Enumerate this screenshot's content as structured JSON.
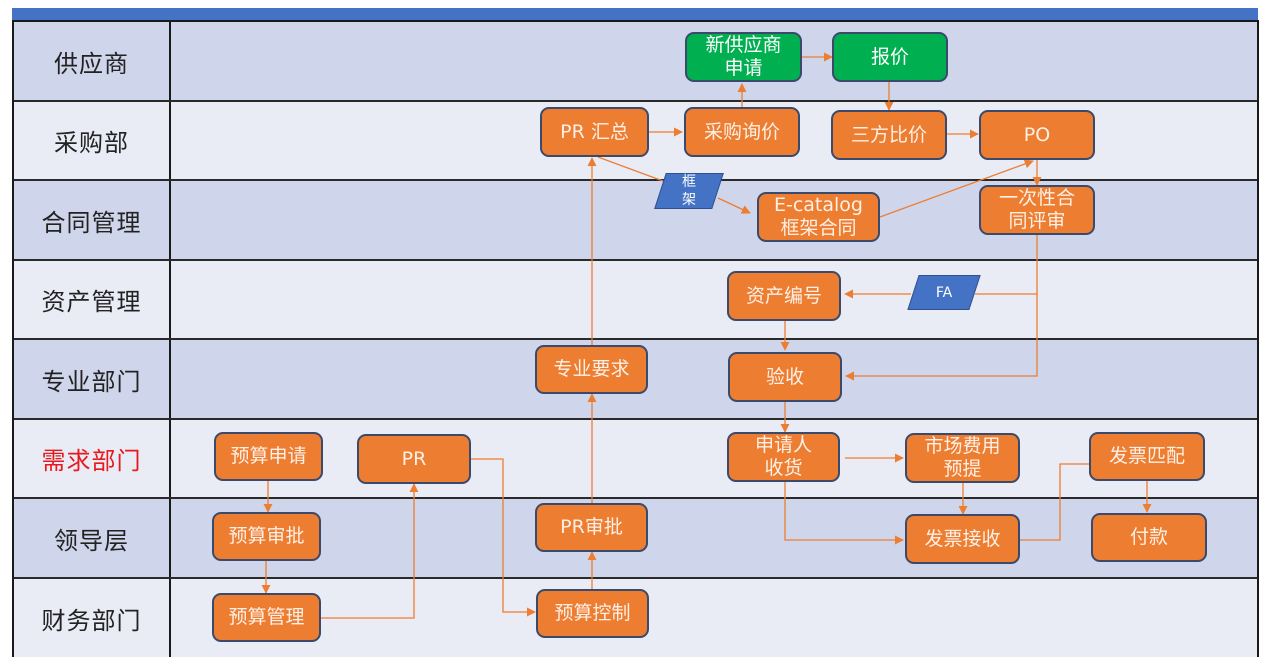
{
  "colors": {
    "header_bar": "#4472c4",
    "process_node": "#ed7d31",
    "supplier_node": "#00b050",
    "data_node": "#4472c4",
    "connector": "#ed7d31",
    "highlight_lane_label": "#e8181c"
  },
  "lanes": [
    {
      "id": "supplier",
      "label": "供应商"
    },
    {
      "id": "purchasing",
      "label": "采购部"
    },
    {
      "id": "contract",
      "label": "合同管理"
    },
    {
      "id": "asset",
      "label": "资产管理"
    },
    {
      "id": "professional",
      "label": "专业部门"
    },
    {
      "id": "requester",
      "label": "需求部门",
      "highlight": true
    },
    {
      "id": "leadership",
      "label": "领导层"
    },
    {
      "id": "finance",
      "label": "财务部门"
    }
  ],
  "nodes": {
    "new_supplier": {
      "label": "新供应商\n申请",
      "lane": "supplier",
      "kind": "process-green"
    },
    "quote": {
      "label": "报价",
      "lane": "supplier",
      "kind": "process-green"
    },
    "pr_summary": {
      "label": "PR 汇总",
      "lane": "purchasing",
      "kind": "process"
    },
    "inquiry": {
      "label": "采购询价",
      "lane": "purchasing",
      "kind": "process"
    },
    "compare": {
      "label": "三方比价",
      "lane": "purchasing",
      "kind": "process"
    },
    "po": {
      "label": "PO",
      "lane": "purchasing",
      "kind": "process"
    },
    "framework": {
      "label": "框\n架",
      "lane": "contract",
      "kind": "data"
    },
    "ecatalog": {
      "label": "E-catalog\n框架合同",
      "lane": "contract",
      "kind": "process"
    },
    "one_time_review": {
      "label": "一次性合\n同评审",
      "lane": "contract",
      "kind": "process"
    },
    "asset_number": {
      "label": "资产编号",
      "lane": "asset",
      "kind": "process"
    },
    "fa": {
      "label": "FA",
      "lane": "asset",
      "kind": "data"
    },
    "prof_req": {
      "label": "专业要求",
      "lane": "professional",
      "kind": "process"
    },
    "acceptance": {
      "label": "验收",
      "lane": "professional",
      "kind": "process"
    },
    "budget_apply": {
      "label": "预算申请",
      "lane": "requester",
      "kind": "process"
    },
    "pr": {
      "label": "PR",
      "lane": "requester",
      "kind": "process"
    },
    "receive": {
      "label": "申请人\n收货",
      "lane": "requester",
      "kind": "process"
    },
    "accrual": {
      "label": "市场费用\n预提",
      "lane": "requester",
      "kind": "process"
    },
    "invoice_match": {
      "label": "发票匹配",
      "lane": "requester",
      "kind": "process"
    },
    "budget_approve": {
      "label": "预算审批",
      "lane": "leadership",
      "kind": "process"
    },
    "pr_approve": {
      "label": "PR审批",
      "lane": "leadership",
      "kind": "process"
    },
    "invoice_receive": {
      "label": "发票接收",
      "lane": "leadership",
      "kind": "process"
    },
    "payment": {
      "label": "付款",
      "lane": "leadership",
      "kind": "process"
    },
    "budget_mgmt": {
      "label": "预算管理",
      "lane": "finance",
      "kind": "process"
    },
    "budget_control": {
      "label": "预算控制",
      "lane": "finance",
      "kind": "process"
    }
  },
  "edges": [
    {
      "from": "budget_apply",
      "to": "budget_approve"
    },
    {
      "from": "budget_approve",
      "to": "budget_mgmt"
    },
    {
      "from": "budget_mgmt",
      "to": "pr"
    },
    {
      "from": "pr",
      "to": "budget_control"
    },
    {
      "from": "budget_control",
      "to": "pr_approve"
    },
    {
      "from": "pr_approve",
      "to": "prof_req"
    },
    {
      "from": "prof_req",
      "to": "pr_summary"
    },
    {
      "from": "pr_summary",
      "to": "inquiry"
    },
    {
      "from": "pr_summary",
      "to": "ecatalog",
      "via": "framework"
    },
    {
      "from": "inquiry",
      "to": "new_supplier"
    },
    {
      "from": "new_supplier",
      "to": "quote"
    },
    {
      "from": "quote",
      "to": "compare"
    },
    {
      "from": "compare",
      "to": "po"
    },
    {
      "from": "ecatalog",
      "to": "po"
    },
    {
      "from": "po",
      "to": "one_time_review"
    },
    {
      "from": "one_time_review",
      "to": "asset_number",
      "via": "fa"
    },
    {
      "from": "one_time_review",
      "to": "acceptance"
    },
    {
      "from": "asset_number",
      "to": "acceptance"
    },
    {
      "from": "acceptance",
      "to": "receive"
    },
    {
      "from": "receive",
      "to": "accrual"
    },
    {
      "from": "receive",
      "to": "invoice_receive"
    },
    {
      "from": "accrual",
      "to": "invoice_receive"
    },
    {
      "from": "invoice_receive",
      "to": "invoice_match"
    },
    {
      "from": "invoice_match",
      "to": "payment"
    }
  ]
}
